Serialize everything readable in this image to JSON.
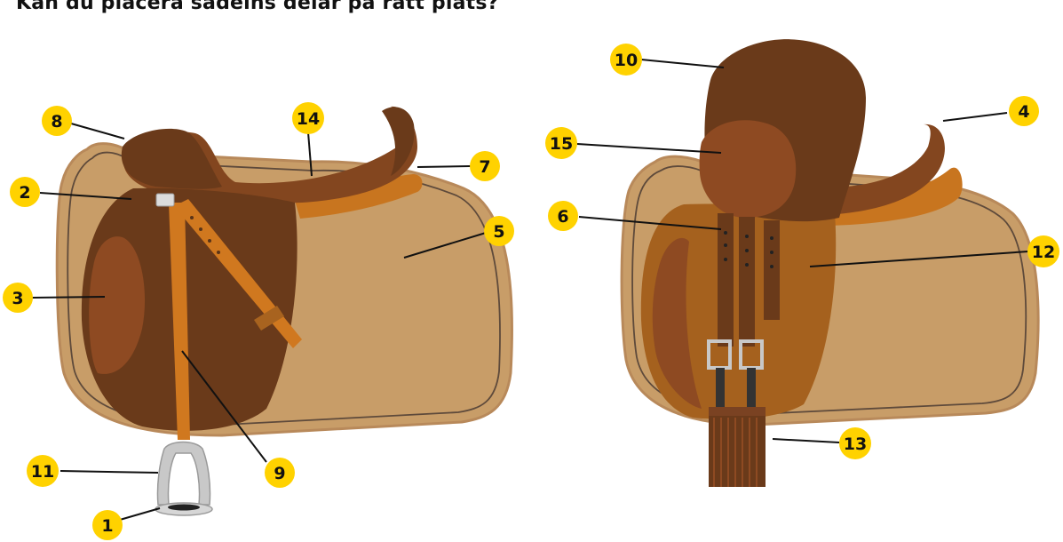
{
  "title": "Kan du placera sadelns delar på rätt plats?",
  "colors": {
    "badge": "#FFD200",
    "pad_fill": "#C89D68",
    "pad_edge": "#B8895A",
    "pad_stitch": "#5E4A3B",
    "leather_dark": "#6A3A1A",
    "leather_mid": "#83461F",
    "leather_panel": "#8E4A22",
    "leather_tan": "#C8751F",
    "flap_lining": "#A5611E",
    "strap": "#D0781F",
    "metal": "#C8C8C8",
    "girth": "#6A3A1A"
  },
  "labels": {
    "n1": "1",
    "n2": "2",
    "n3": "3",
    "n4": "4",
    "n5": "5",
    "n6": "6",
    "n7": "7",
    "n8": "8",
    "n9": "9",
    "n10": "10",
    "n11": "11",
    "n12": "12",
    "n13": "13",
    "n14": "14",
    "n15": "15"
  }
}
